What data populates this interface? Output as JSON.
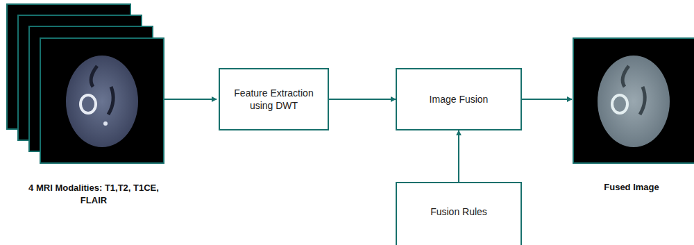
{
  "diagram": {
    "nodes": [
      {
        "text": [
          "Feature Extraction using DWT"
        ]
      },
      {
        "text": [
          "Image Fusion"
        ]
      },
      {
        "text": [
          "Fusion Rules"
        ]
      }
    ],
    "edges": [
      {
        "from": 0,
        "to": 1,
        "arrow": "to"
      },
      {
        "from": 2,
        "to": 1,
        "arrow": "to"
      }
    ],
    "labels": [
      "4 MRI Modalities: T1,T2, T1CE, FLAIR",
      "Fused Image"
    ]
  }
}
